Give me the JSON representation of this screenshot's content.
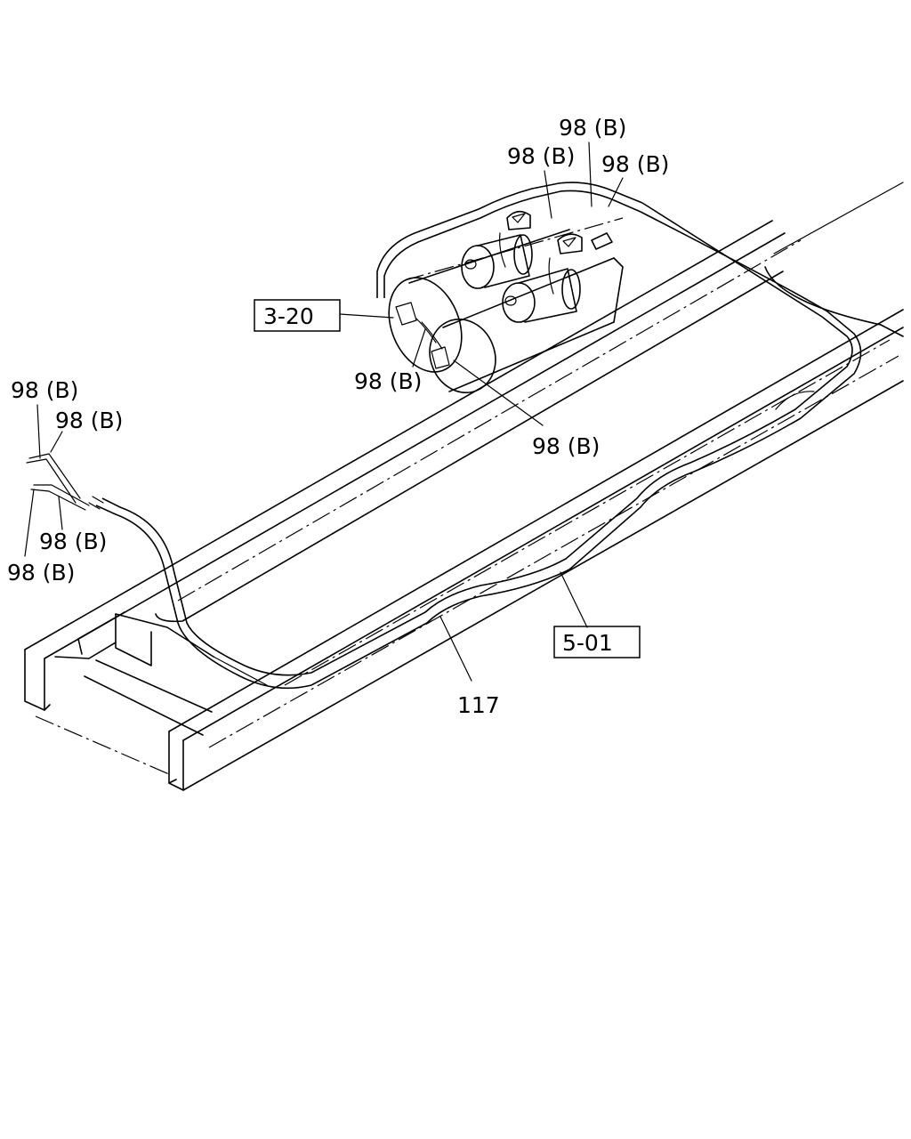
{
  "labels": {
    "top_center": "98 (B)",
    "top_left": "98 (B)",
    "top_right": "98 (B)",
    "tank_bottom": "98 (B)",
    "tank_diag": "98 (B)",
    "left_1": "98 (B)",
    "left_2": "98 (B)",
    "left_3": "98 (B)",
    "left_4": "98 (B)",
    "pipe": "117",
    "ref_tank": "3-20",
    "ref_frame": "5-01"
  }
}
